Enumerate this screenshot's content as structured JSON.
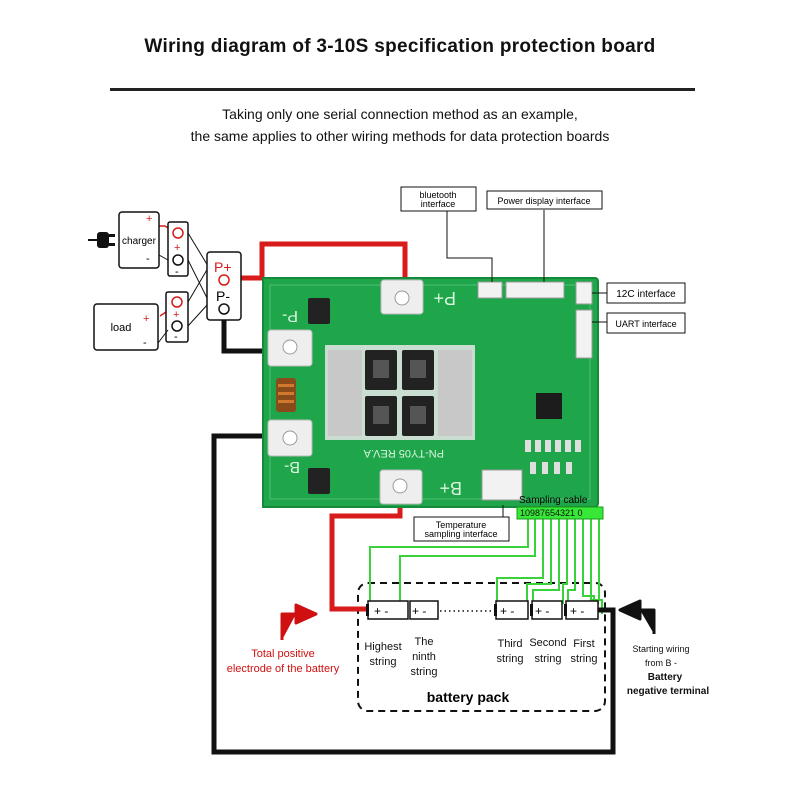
{
  "header": {
    "title": "Wiring diagram of 3-10S specification protection board",
    "subtitle_line1": "Taking only one serial connection method as an example,",
    "subtitle_line2": "the same applies to other wiring methods for data protection boards"
  },
  "interfaces": {
    "bluetooth_line1": "bluetooth",
    "bluetooth_line2": "interface",
    "power_display": "Power display interface",
    "i2c": "12C interface",
    "uart": "UART interface",
    "sampling_cable": "Sampling cable",
    "sampling_pins": "10987654321 0",
    "temperature_line1": "Temperature",
    "temperature_line2": "sampling interface"
  },
  "board": {
    "p_plus_pad": "P+",
    "p_minus_pad": "P-",
    "b_plus_pad": "B+",
    "b_minus_pad": "B-",
    "silk_model": "PN-TY05 REV.A"
  },
  "external": {
    "charger": "charger",
    "load": "load",
    "p_plus": "P+",
    "p_minus": "P-",
    "plus_sign": "+",
    "minus_sign": "-"
  },
  "battery": {
    "pack_label": "battery pack",
    "cell_polarity": "+ -",
    "strings": [
      {
        "line1": "Highest",
        "line2": "string",
        "line3": ""
      },
      {
        "line1": "The",
        "line2": "ninth",
        "line3": "string"
      },
      {
        "line1": "Third",
        "line2": "string",
        "line3": ""
      },
      {
        "line1": "Second",
        "line2": "string",
        "line3": ""
      },
      {
        "line1": "First",
        "line2": "string",
        "line3": ""
      }
    ],
    "positive_note_line1": "Total positive",
    "positive_note_line2": "electrode of the battery",
    "start_note_line1": "Starting wiring",
    "start_note_line2": "from B -",
    "start_note_line3": "Battery",
    "start_note_line4": "negative terminal"
  },
  "colors": {
    "pcb": "#1fa54a",
    "pcb_dark": "#158a3b",
    "red_wire": "#d81b1b",
    "black_wire": "#111111",
    "green_wire": "#3ad23a",
    "note_red": "#d01010"
  }
}
